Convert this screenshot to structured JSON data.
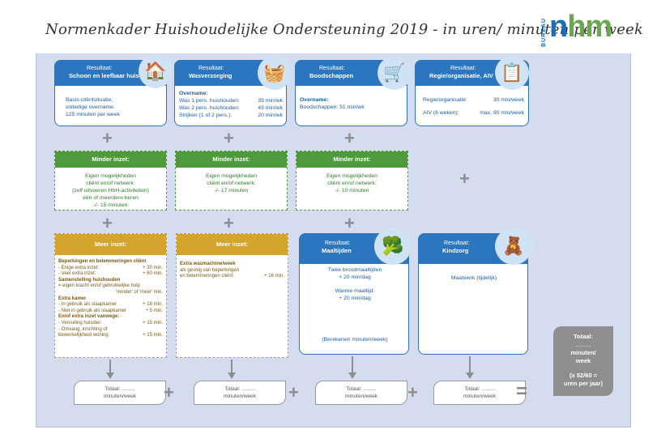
{
  "header": {
    "title": "Normenkader Huishoudelijke Ondersteuning 2019 - in uren/ minuten per week",
    "logo_bureau": "BUREAU",
    "logo_n": "n",
    "logo_hm": "hm"
  },
  "cards": {
    "schoon": {
      "label": "Resultaat:",
      "title": "Schoon en leefbaar huis",
      "lines": [
        "Basis-cliëntsituatie,",
        "volledige overname:",
        "125 minuten per week"
      ],
      "icon": "house-icon"
    },
    "was": {
      "label": "Resultaat:",
      "title": "Wasverzorging",
      "heading": "Overname:",
      "rows": [
        {
          "k": "Was 1 pers. huishouden:",
          "v": "35 min/wk"
        },
        {
          "k": "Was 2 pers. huishouden:",
          "v": "43 min/wk"
        },
        {
          "k": "Strijken (1 of 2 pers.):",
          "v": "20 min/wk"
        }
      ],
      "icon": "washing-machine-icon"
    },
    "bood": {
      "label": "Resultaat:",
      "title": "Boodschappen",
      "heading": "Overname:",
      "line": "Boodschappen: 51 min/wk",
      "icon": "shopping-cart-icon"
    },
    "regie": {
      "label": "Resultaat:",
      "title": "Regie/organisatie, AIV",
      "rows": [
        {
          "k": "Regie/organisatie:",
          "v": "30 min/week"
        },
        {
          "k": "AIV (6 weken):",
          "v": "max. 90 min/week"
        }
      ],
      "icon": "document-icon"
    },
    "maal": {
      "label": "Resultaat:",
      "title": "Maaltijden",
      "lines1": [
        "Twee broodmaaltijden",
        "+ 20 min/dag"
      ],
      "lines2": [
        "Warme maaltijd:",
        "+ 20 min/dag"
      ],
      "footer": "(Berekenen minuten/week)",
      "icon": "broccoli-icon"
    },
    "kind": {
      "label": "Resultaat:",
      "title": "Kindzorg",
      "line": "Maatwerk (tijdelijk)",
      "icon": "teddy-bear-icon"
    }
  },
  "minder": [
    {
      "title": "Minder inzet:",
      "lines": [
        "Eigen mogelijkheden",
        "cliënt en/of netwerk:",
        "(zelf uitvoeren HbH-activiteiten)",
        "één of meerdere keren",
        "-/- 15 minuten"
      ]
    },
    {
      "title": "Minder inzet:",
      "lines": [
        "Eigen mogelijkheden",
        "cliënt en/of netwerk:",
        "-/- 17 minuten"
      ]
    },
    {
      "title": "Minder inzet:",
      "lines": [
        "Eigen mogelijkheden",
        "cliënt en/of netwerk:",
        "-/- 10 minuten"
      ]
    }
  ],
  "meer1": {
    "title": "Meer inzet:",
    "items": [
      {
        "k": "Beperkingen en belemmeringen cliënt",
        "v": "",
        "bold": true
      },
      {
        "k": "- Enige extra inzet:",
        "v": "+ 30 min."
      },
      {
        "k": "- Veel extra inzet:",
        "v": "+ 60 min."
      },
      {
        "k": "Samenstelling huishouden",
        "v": "",
        "bold": true
      },
      {
        "k": "= eigen kracht en/of gebruikelijke hulp",
        "v": ""
      },
      {
        "k": "",
        "v": "'minder' of 'meer' min."
      },
      {
        "k": "Extra kamer",
        "v": "",
        "bold": true
      },
      {
        "k": "- In gebruik als slaapkamer",
        "v": "+ 18 min."
      },
      {
        "k": "- Niet in gebruik als slaapkamer",
        "v": "+ 5 min."
      },
      {
        "k": "En/of extra inzet vanwege:",
        "v": "",
        "bold": true
      },
      {
        "k": "- Vervuiling huisdier",
        "v": "+ 15 min."
      },
      {
        "k": "- Omvang, inrichting of",
        "v": ""
      },
      {
        "k": "  bewerkelijkheid woning",
        "v": "+ 15 min."
      }
    ]
  },
  "meer2": {
    "title": "Meer inzet:",
    "heading": "Extra wasmachine/week",
    "lines": [
      "als gevolg van beperkingen"
    ],
    "last_k": "en belemmeringen cliënt:",
    "last_v": "+ 16 min."
  },
  "plus_sign": "+",
  "equals_sign": "=",
  "totals": [
    {
      "a": "Totaal: .........",
      "b": "minuten/week"
    },
    {
      "a": "Totaal: .........",
      "b": "minuten/week"
    },
    {
      "a": "Totaal: .........",
      "b": "minuten/week"
    },
    {
      "a": "Totaal: .........",
      "b": "minuten/week"
    }
  ],
  "grand": {
    "l1": "Totaal:",
    "l2": ".........",
    "l3": "minuten/",
    "l4": "week",
    "l5": "(x 52/60 =",
    "l6": "uren per jaar)"
  }
}
